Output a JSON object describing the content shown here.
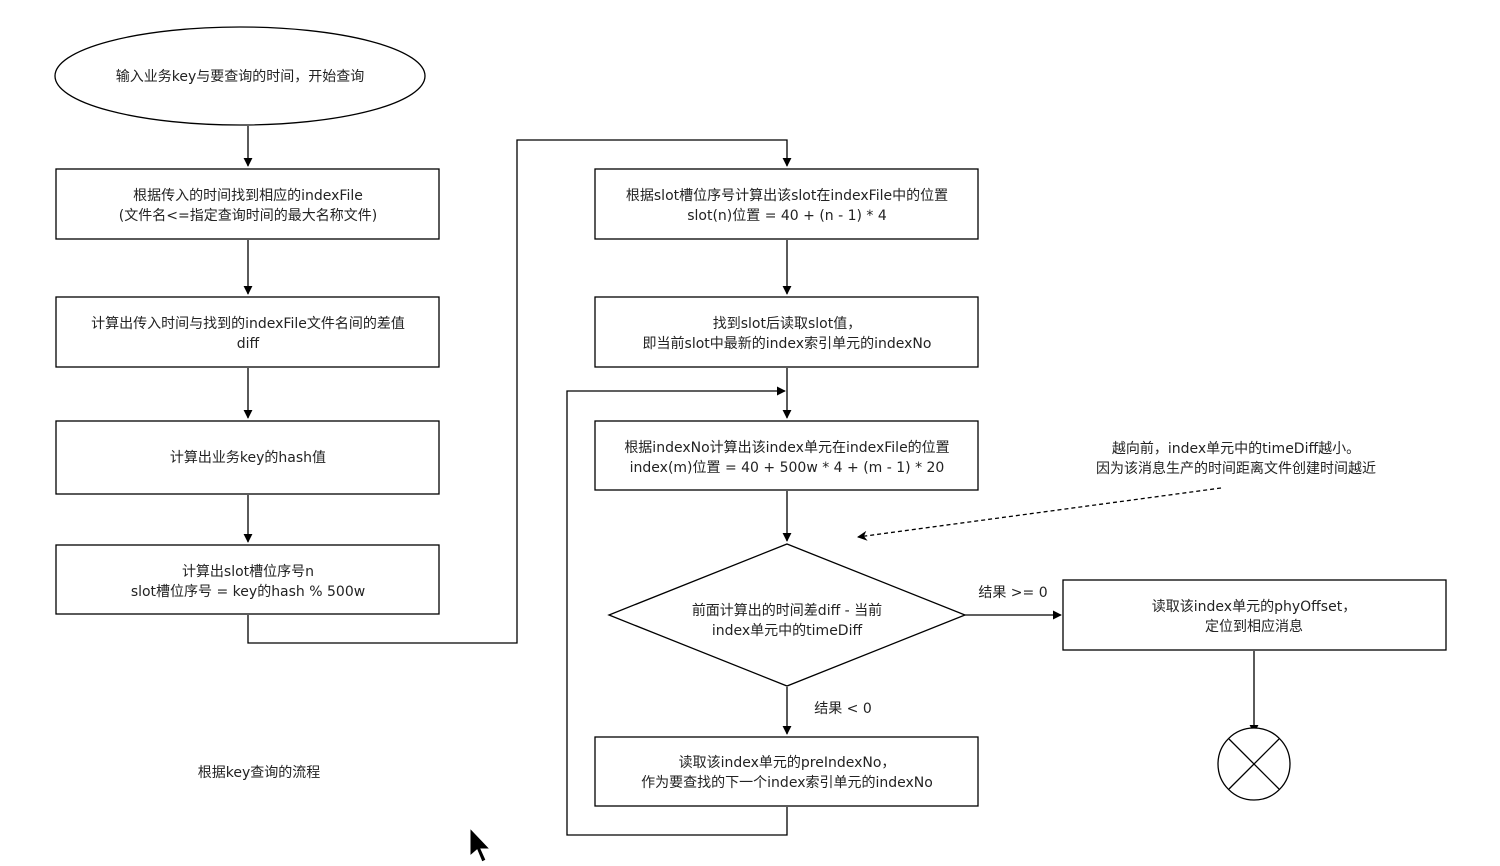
{
  "diagram": {
    "start": {
      "line1": "输入业务key与要查询的时间，开始查询"
    },
    "find_index_file": {
      "line1": "根据传入的时间找到相应的indexFile",
      "line2": "(文件名<=指定查询时间的最大名称文件)"
    },
    "calc_diff": {
      "line1": "计算出传入时间与找到的indexFile文件名间的差值",
      "line2": "diff"
    },
    "calc_hash": {
      "line1": "计算出业务key的hash值"
    },
    "calc_slot": {
      "line1": "计算出slot槽位序号n",
      "line2": "slot槽位序号 = key的hash % 500w"
    },
    "slot_position": {
      "line1": "根据slot槽位序号计算出该slot在indexFile中的位置",
      "line2": "slot(n)位置 = 40 + (n - 1) * 4"
    },
    "read_slot": {
      "line1": "找到slot后读取slot值，",
      "line2": "即当前slot中最新的index索引单元的indexNo"
    },
    "index_position": {
      "line1": "根据indexNo计算出该index单元在indexFile的位置",
      "line2": "index(m)位置 = 40 + 500w * 4 + (m - 1) * 20"
    },
    "compare": {
      "line1": "前面计算出的时间差diff - 当前",
      "line2": "index单元中的timeDiff"
    },
    "read_phy_offset": {
      "line1": "读取该index单元的phyOffset，",
      "line2": "定位到相应消息"
    },
    "read_pre_index": {
      "line1": "读取该index单元的preIndexNo，",
      "line2": "作为要查找的下一个index索引单元的indexNo"
    },
    "edge_labels": {
      "ge_zero": "结果 >= 0",
      "lt_zero": "结果 < 0"
    },
    "note": {
      "line1": "越向前，index单元中的timeDiff越小。",
      "line2": "因为该消息生产的时间距离文件创建时间越近"
    },
    "caption": "根据key查询的流程"
  },
  "icons": {
    "end": "end-terminator-icon",
    "cursor": "mouse-pointer-icon"
  },
  "colors": {
    "stroke": "#000000",
    "text": "#222222",
    "background": "#ffffff"
  }
}
